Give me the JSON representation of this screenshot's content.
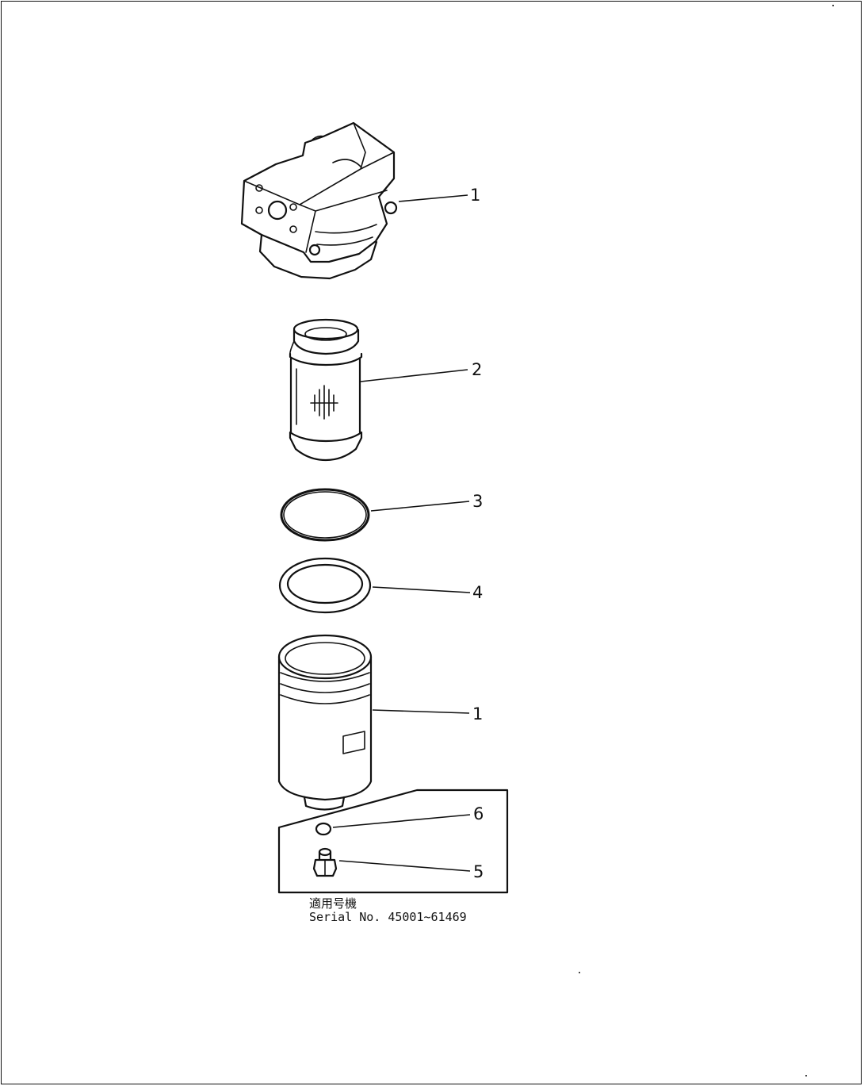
{
  "diagram": {
    "callouts": {
      "head": "1",
      "element": "2",
      "o_ring": "3",
      "gasket": "4",
      "bowl": "1",
      "seal": "6",
      "drain_plug": "5"
    },
    "serial_label_cn": "適用号機",
    "serial_label": "Serial No. 45001~61469"
  }
}
